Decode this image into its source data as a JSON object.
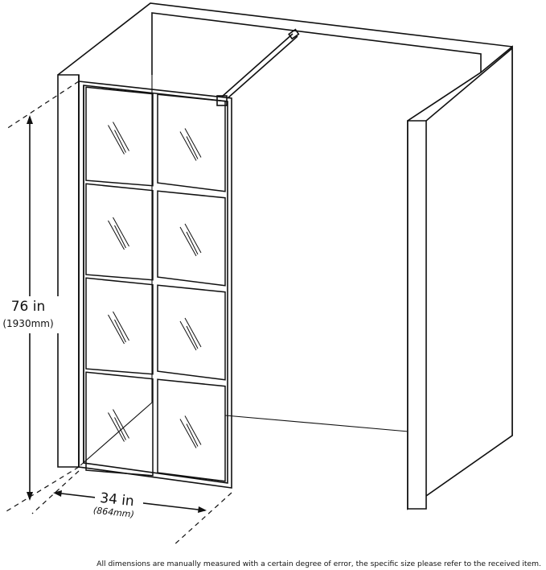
{
  "dimensions": {
    "height": {
      "value_label": "76 in",
      "metric_label": "(1930mm)"
    },
    "width": {
      "value_label": "34 in",
      "metric_label": "(864mm)"
    }
  },
  "footnote": "All dimensions are manually measured with a certain degree of error, the specific size please refer to the received item."
}
